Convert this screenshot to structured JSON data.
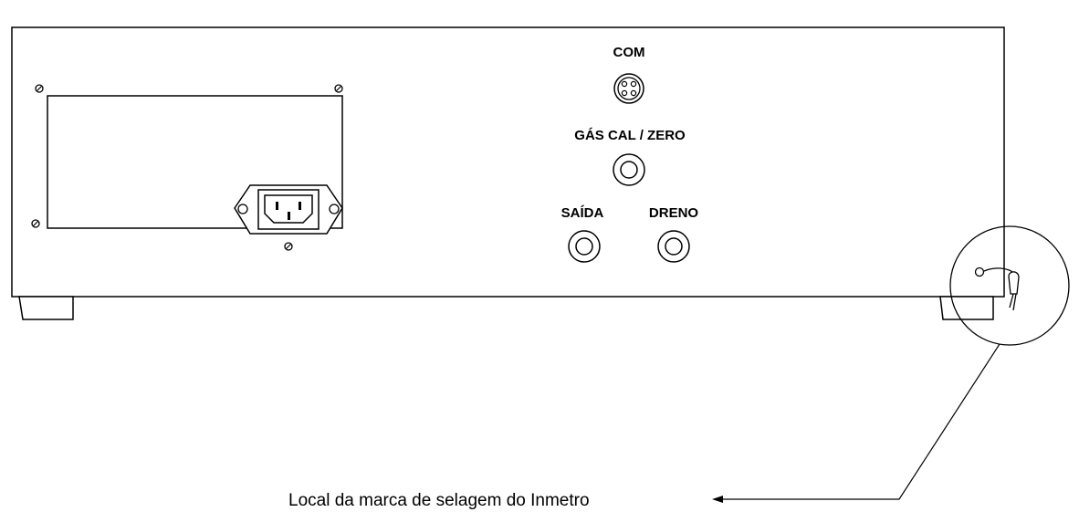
{
  "labels": {
    "com": "COM",
    "gas_cal_zero": "GÁS CAL / ZERO",
    "saida": "SAÍDA",
    "dreno": "DRENO",
    "seal_location": "Local da marca de selagem do Inmetro"
  },
  "colors": {
    "line": "#000000",
    "background": "#ffffff"
  }
}
